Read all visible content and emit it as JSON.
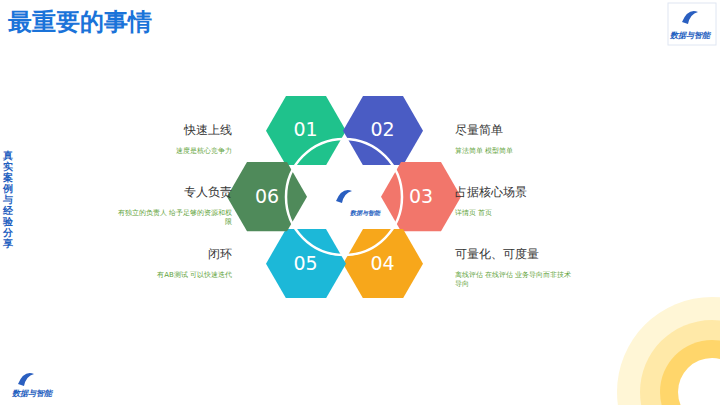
{
  "diagram": {
    "title": "最重要的事情",
    "nodes": [
      {
        "text": [
          "01",
          "快速上线",
          "速度是核心竞争力"
        ]
      },
      {
        "text": [
          "02",
          "尽量简单",
          "算法简单 模型简单"
        ]
      },
      {
        "text": [
          "03",
          "占据核心场景",
          "详情页 首页"
        ]
      },
      {
        "text": [
          "04",
          "可量化、可度量",
          "离线评估 在线评估 业务导向而非技术导向"
        ]
      },
      {
        "text": [
          "05",
          "闭环",
          "有AB测试 可以快速迭代"
        ]
      },
      {
        "text": [
          "06",
          "专人负责",
          "有独立的负责人 给予足够的资源和权限"
        ]
      }
    ],
    "labels": [
      "真实案例与经验分享",
      "数据与智能",
      "数据与智能",
      "数据与智能"
    ]
  }
}
